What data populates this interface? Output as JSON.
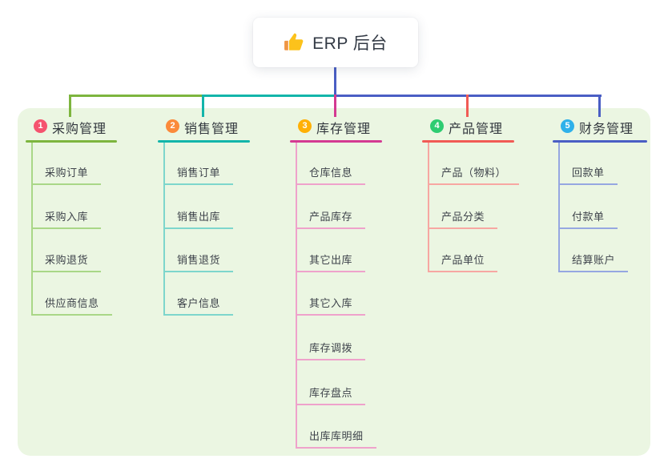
{
  "root": {
    "label": "ERP 后台",
    "icon": "thumbs-up-icon"
  },
  "colors": {
    "panel_background": "#ebf6e2",
    "root_stem": "#4a5ec4",
    "text_dark": "#32373e",
    "text_child": "#3e434b"
  },
  "branches": [
    {
      "number": "1",
      "label": "采购管理",
      "line_color": "#7db53e",
      "child_line_color": "#a9d787",
      "badge_color": "#f5536e",
      "children": [
        "采购订单",
        "采购入库",
        "采购退货",
        "供应商信息"
      ]
    },
    {
      "number": "2",
      "label": "销售管理",
      "line_color": "#13b5aa",
      "child_line_color": "#7dd6cc",
      "badge_color": "#fb8a3a",
      "children": [
        "销售订单",
        "销售出库",
        "销售退货",
        "客户信息"
      ]
    },
    {
      "number": "3",
      "label": "库存管理",
      "line_color": "#d43a92",
      "child_line_color": "#efa2cb",
      "badge_color": "#ffb005",
      "children": [
        "仓库信息",
        "产品库存",
        "其它出库",
        "其它入库",
        "库存调拨",
        "库存盘点",
        "出库库明细"
      ]
    },
    {
      "number": "4",
      "label": "产品管理",
      "line_color": "#f15b55",
      "child_line_color": "#f7a7a2",
      "badge_color": "#2ecc71",
      "children": [
        "产品（物料）",
        "产品分类",
        "产品单位"
      ]
    },
    {
      "number": "5",
      "label": "财务管理",
      "line_color": "#4a5ec4",
      "child_line_color": "#96a7e1",
      "badge_color": "#2fb1ea",
      "children": [
        "回款单",
        "付款单",
        "结算账户"
      ]
    }
  ]
}
